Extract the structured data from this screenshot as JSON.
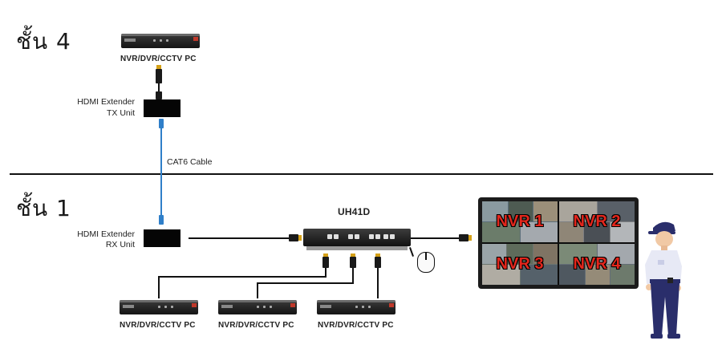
{
  "floors": {
    "top": "ชั้น 4",
    "bottom": "ชั้น 1"
  },
  "devices": {
    "top_nvr_label": "NVR/DVR/CCTV PC",
    "tx_label_line1": "HDMI Extender",
    "tx_label_line2": "TX Unit",
    "cable_label": "CAT6 Cable",
    "rx_label_line1": "HDMI Extender",
    "rx_label_line2": "RX Unit",
    "switch_label": "UH41D",
    "bottom_nvr_labels": [
      "NVR/DVR/CCTV PC",
      "NVR/DVR/CCTV PC",
      "NVR/DVR/CCTV PC"
    ]
  },
  "monitor": {
    "quadrants": [
      "NVR 1",
      "NVR 2",
      "NVR 3",
      "NVR 4"
    ]
  },
  "colors": {
    "cat6_cable": "#2f7fc9",
    "nvr_text": "#e3261c",
    "divider": "#111111"
  }
}
